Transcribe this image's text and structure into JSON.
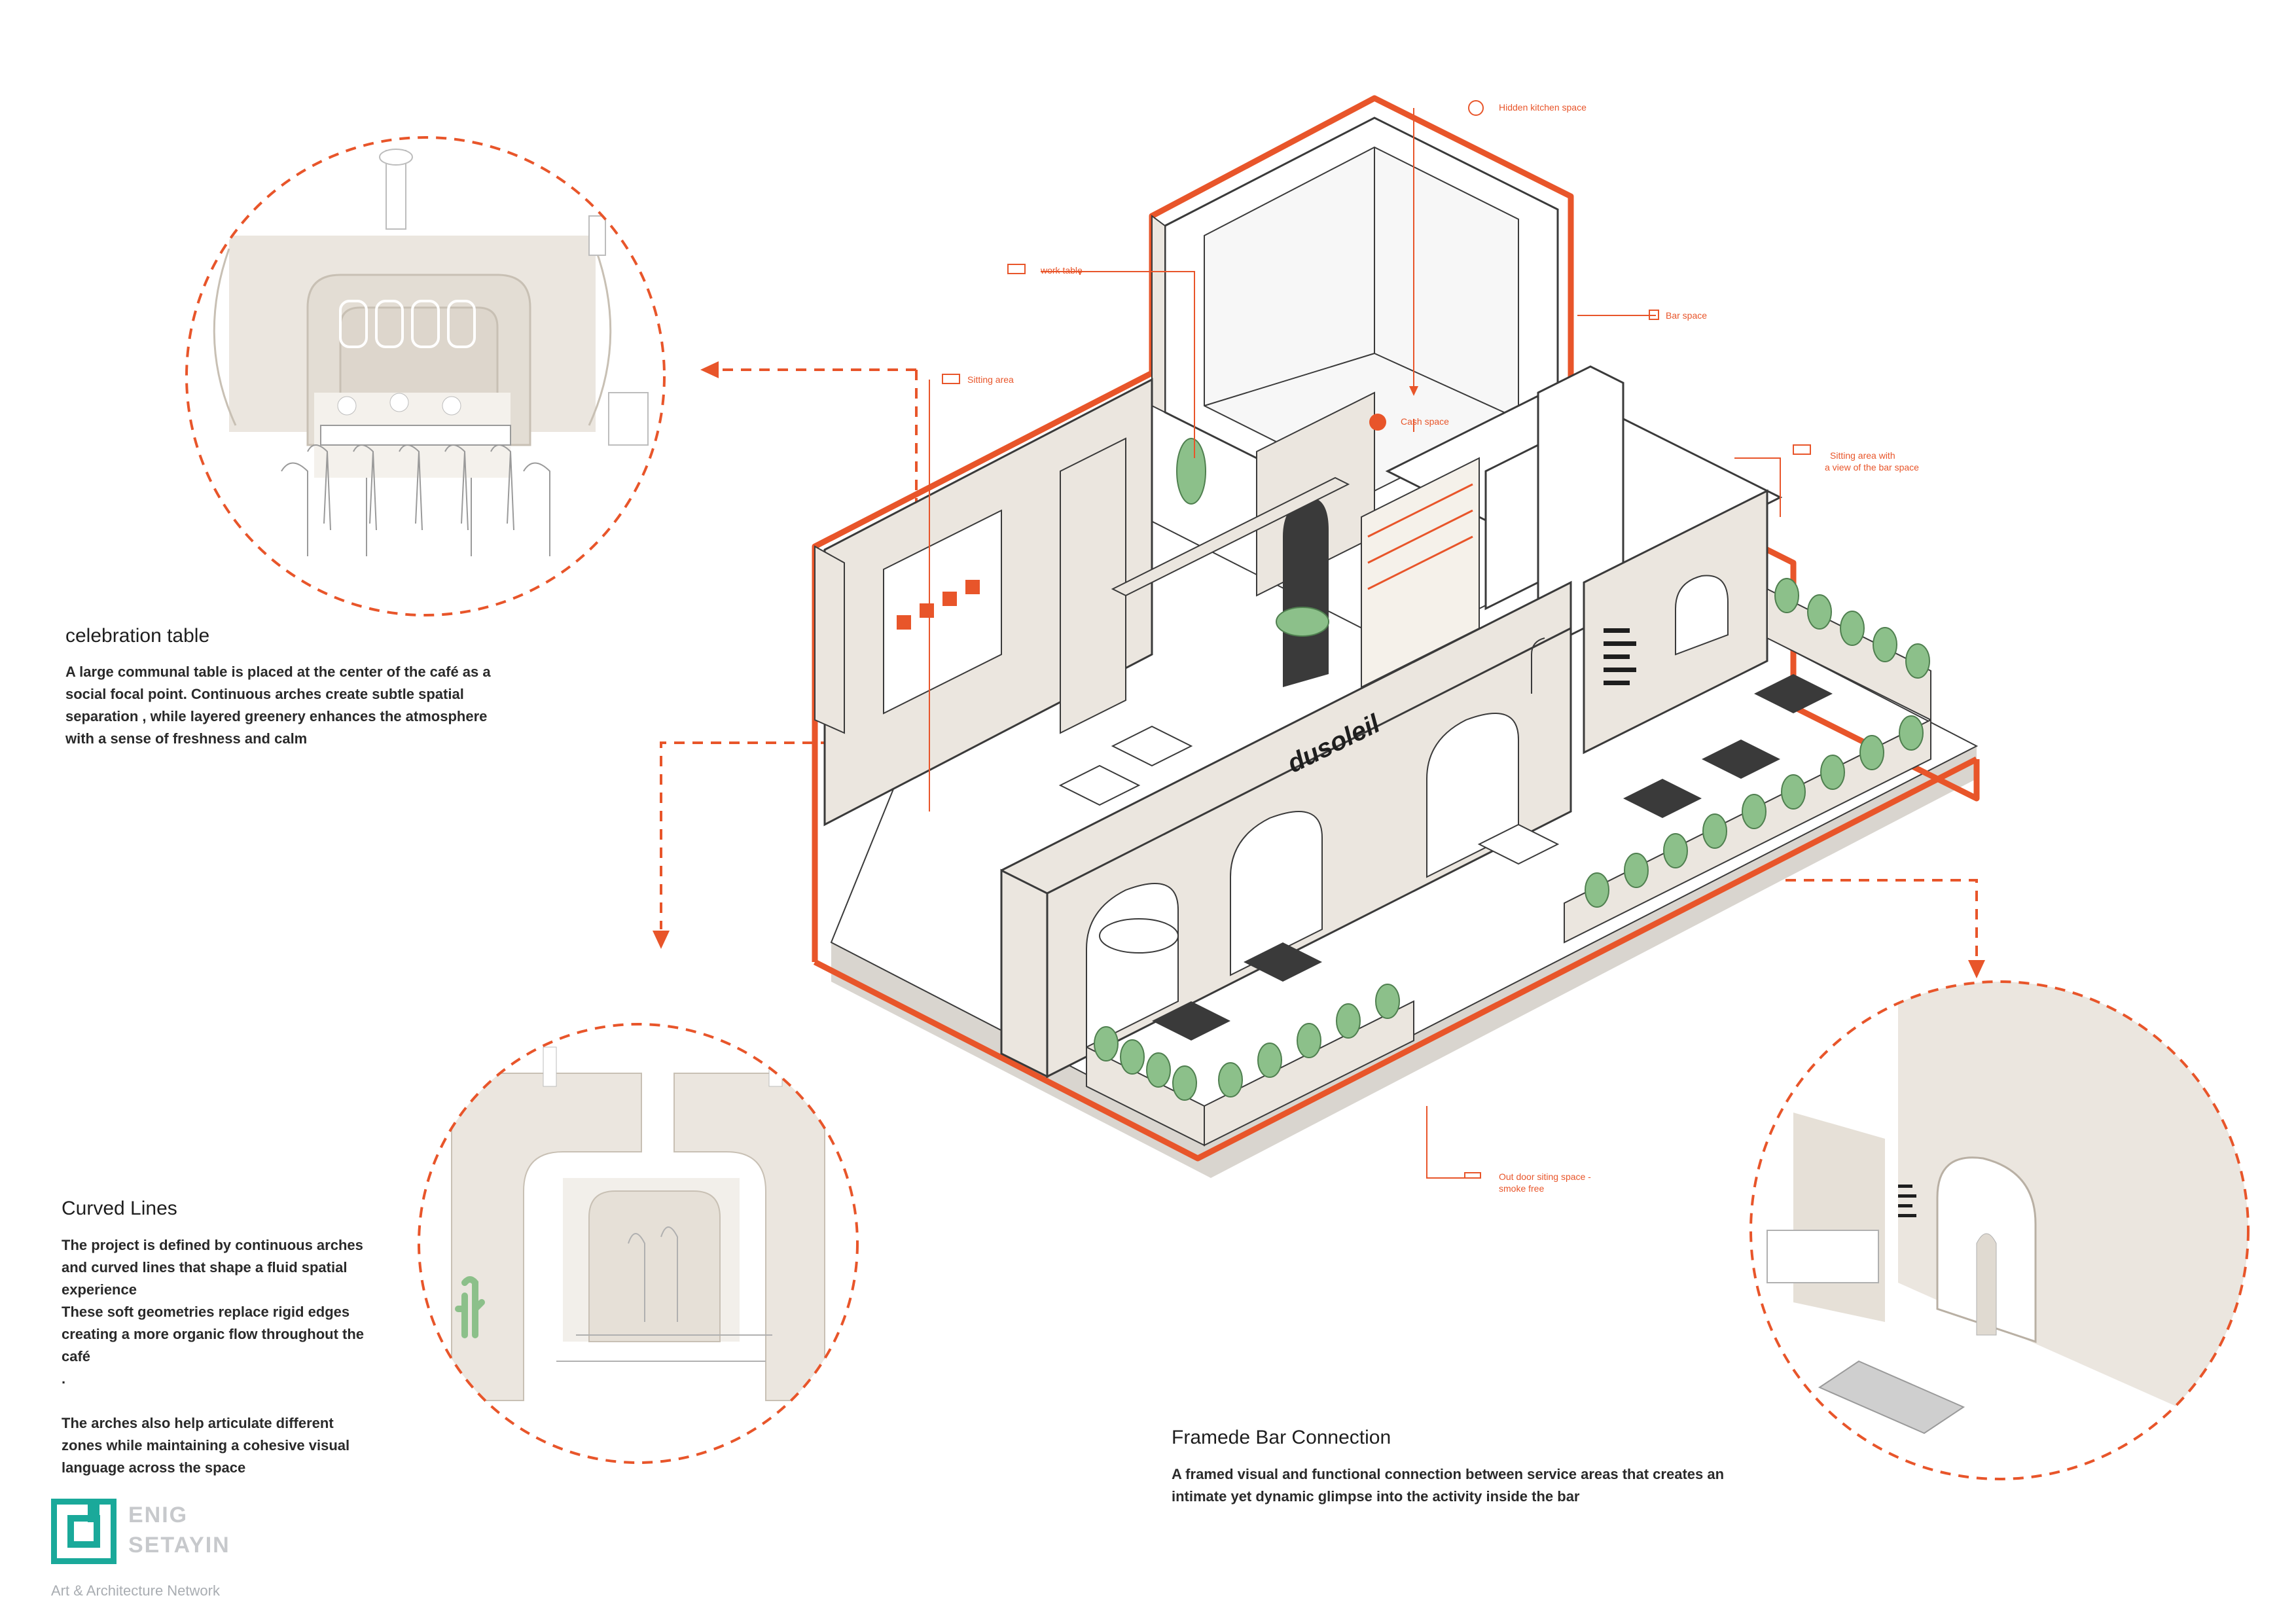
{
  "colors": {
    "accent": "#e8552a",
    "wall": "#ebe6df",
    "line": "#3a3a3a",
    "green": "#8cc08a",
    "logo": "#1aa99a"
  },
  "labels": {
    "hidden_kitchen": "Hidden kitchen space",
    "work_table": "work table",
    "bar_space": "Bar space",
    "sitting_area": "Sitting area",
    "cash_space": "Cash space",
    "sitting_area_view_1": "Sitting area with",
    "sitting_area_view_2": "a view of the bar space",
    "outdoor_1": "Out door siting space -",
    "outdoor_2": "smoke free",
    "brand_sign": "dusoleil"
  },
  "sections": {
    "celebration": {
      "title": "celebration table",
      "body": "A large communal table is placed at the center of the café as a social focal point. Continuous arches create subtle spatial separation ,  while layered greenery enhances the atmosphere with a sense of freshness and calm"
    },
    "curved": {
      "title": "Curved Lines",
      "body": "The project is defined by continuous arches and curved lines that shape a fluid spatial experience\nThese soft geometries replace rigid edges creating a more organic flow throughout the café\n.\n\nThe arches also help articulate different zones while maintaining a cohesive visual language across the space"
    },
    "framed": {
      "title": "Framede Bar Connection",
      "body": "A framed visual and functional connection between service areas that creates an intimate yet dynamic glimpse into the activity inside the bar"
    }
  },
  "logo": {
    "name_line1": "ENIG",
    "name_line2": "SETAYIN",
    "subtitle": "Art & Architecture Network"
  }
}
